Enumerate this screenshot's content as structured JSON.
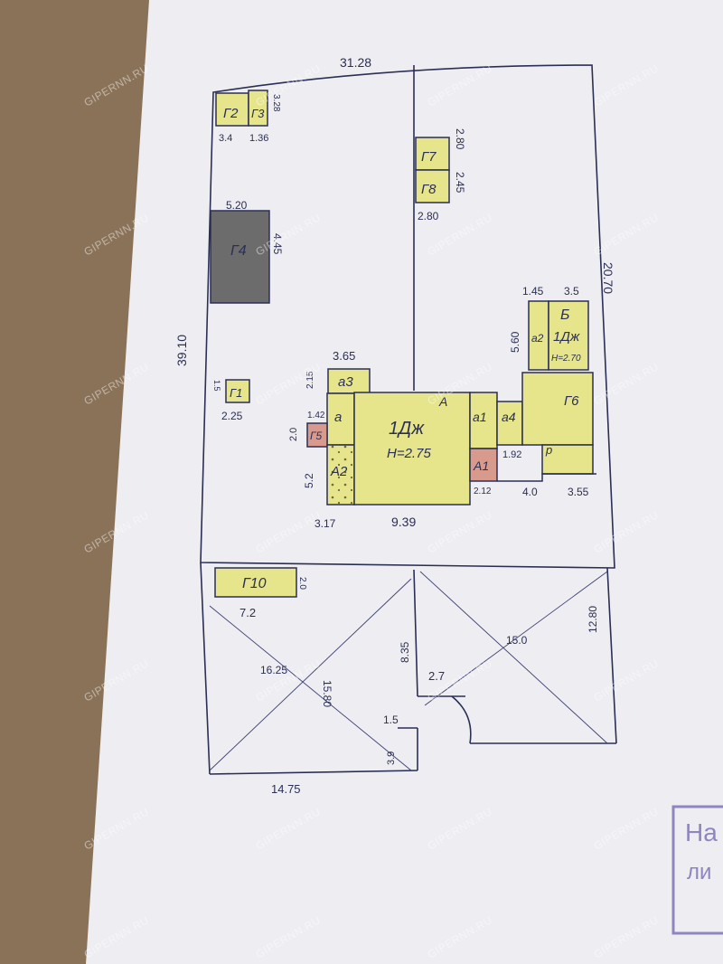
{
  "colors": {
    "paper": "#eeedf1",
    "ink": "#2a2f55",
    "yellow_fill": "#e6e58c",
    "gray_fill": "#6c6c6c",
    "pink_fill": "#d99a8e",
    "stamp": "#8d86bf",
    "watermark": "#ffffff"
  },
  "watermark": "GIPERNN.RU",
  "dimensions": {
    "top_total": "31.28",
    "left_total": "39.10",
    "right_total": "20.70",
    "g2_width": "3.4",
    "g3_width": "1.36",
    "g3_height": "3.28",
    "g4_width": "5.20",
    "g4_height": "4.45",
    "g7g8_height": "2.80",
    "g7g8_height2": "2.45",
    "g7g8_width": "2.80",
    "g1_width": "2.25",
    "g1_height": "1.5",
    "a3_width": "3.65",
    "a3_height": "2.15",
    "g5_width": "1.42",
    "g5_height": "2.0",
    "a2_height": "5.2",
    "a2_width": "3.17",
    "main_width": "9.39",
    "a1_width": "2.12",
    "a4_width": "1.92",
    "a4_side": "4.0",
    "g6_width": "3.55",
    "b_width1": "1.45",
    "b_width2": "3.5",
    "b_height": "5.60",
    "g10_width": "7.2",
    "g10_height": "2.0",
    "lower_left_a": "16.25",
    "lower_left_b": "15.80",
    "lower_mid_a": "8.35",
    "lower_mid_b": "2.7",
    "lower_mid_c": "1.5",
    "lower_mid_d": "3.9",
    "lower_right_a": "15.0",
    "lower_right_b": "12.80",
    "bottom_width": "14.75"
  },
  "labels": {
    "g2": "Г2",
    "g3": "Г3",
    "g7": "Г7",
    "g8": "Г8",
    "g4": "Г4",
    "g1": "Г1",
    "g5": "Г5",
    "g6": "Г6",
    "g10": "Г10",
    "a3": "а3",
    "a": "а",
    "a2": "А2",
    "A": "А",
    "main_name": "1Дж",
    "main_height": "Н=2.75",
    "a1_small": "а1",
    "a4": "а4",
    "A1": "А1",
    "a2_small": "а2",
    "B": "Б",
    "b_name": "1Дж",
    "b_height": "Н=2.70",
    "p": "р"
  },
  "stamp": {
    "line1": "На",
    "line2": "ли"
  }
}
